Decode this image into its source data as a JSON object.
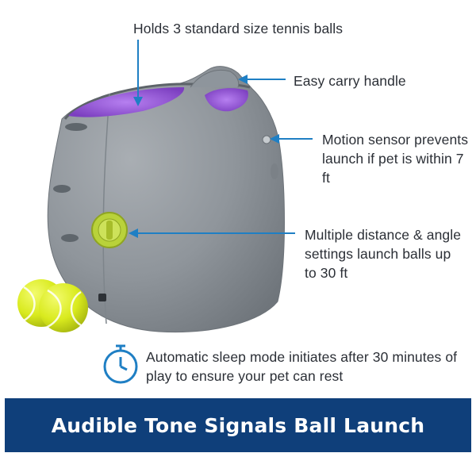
{
  "callouts": {
    "balls": "Holds 3 standard size tennis balls",
    "handle": "Easy carry handle",
    "sensor": "Motion sensor prevents launch if pet is within 7 ft",
    "distance": "Multiple distance & angle settings launch balls up to 30 ft",
    "sleep": "Automatic sleep mode initiates after 30 minutes of play to ensure your pet can rest"
  },
  "banner": {
    "text": "Audible Tone Signals Ball Launch"
  },
  "colors": {
    "accent": "#1f7fc4",
    "banner_bg": "#0f3f7a",
    "body_gray": "#8e959c",
    "bowl_purple": "#9c5fd6",
    "ball_yellow": "#d9ea1e"
  },
  "icons": {
    "sleep": "stopwatch-icon"
  }
}
